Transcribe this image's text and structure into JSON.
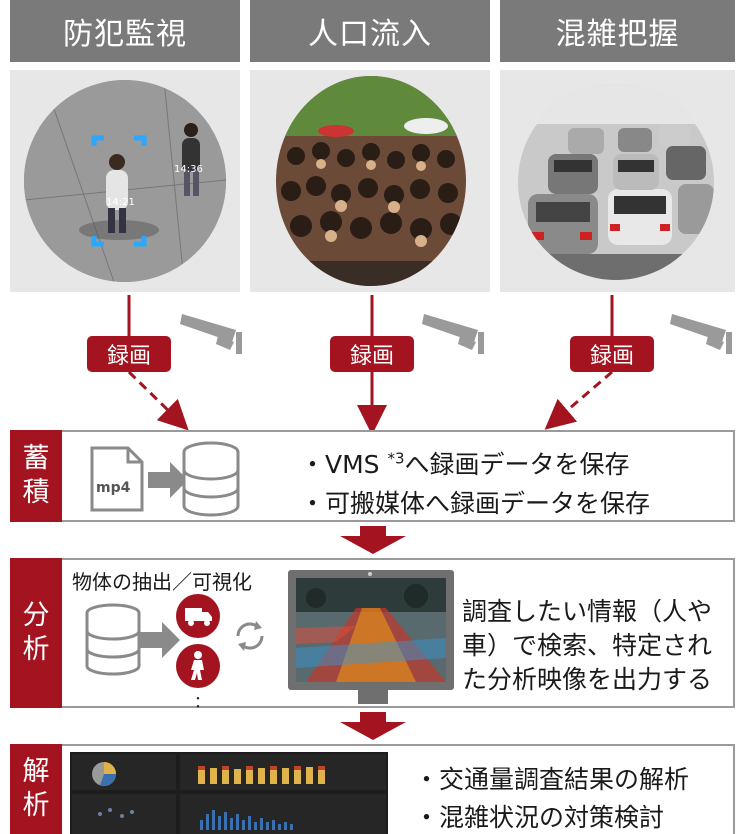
{
  "headers": [
    "防犯監視",
    "人口流入",
    "混雑把握"
  ],
  "record_label": "録画",
  "sections": {
    "storage": {
      "tab_line1": "蓄",
      "tab_line2": "積",
      "file_label": "mp4",
      "bullet1_prefix": "・VMS ",
      "bullet1_sup": "*3",
      "bullet1_rest": "へ録画データを保存",
      "bullet2": "・可搬媒体へ録画データを保存"
    },
    "analysis": {
      "tab_line1": "分",
      "tab_line2": "析",
      "extract_label": "物体の抽出／可視化",
      "more_mark": "：",
      "desc_line1": "調査したい情報（人や",
      "desc_line2": "車）で検索、特定され",
      "desc_line3": "た分析映像を出力する"
    },
    "interpretation": {
      "tab_line1": "解",
      "tab_line2": "析",
      "bullet1": "・交通量調査結果の解析",
      "bullet2": "・混雑状況の対策検討"
    }
  },
  "colors": {
    "accent": "#a31420",
    "header_bg": "#7a7a7a",
    "photo_bg": "#e7e7e7",
    "box_border": "#9a9a9a",
    "icon_gray": "#8a8a8a"
  },
  "icons": [
    "camera-icon",
    "database-icon",
    "mp4-file-icon",
    "truck-icon",
    "pedestrian-icon",
    "refresh-icon",
    "monitor-icon",
    "down-arrow-icon"
  ]
}
